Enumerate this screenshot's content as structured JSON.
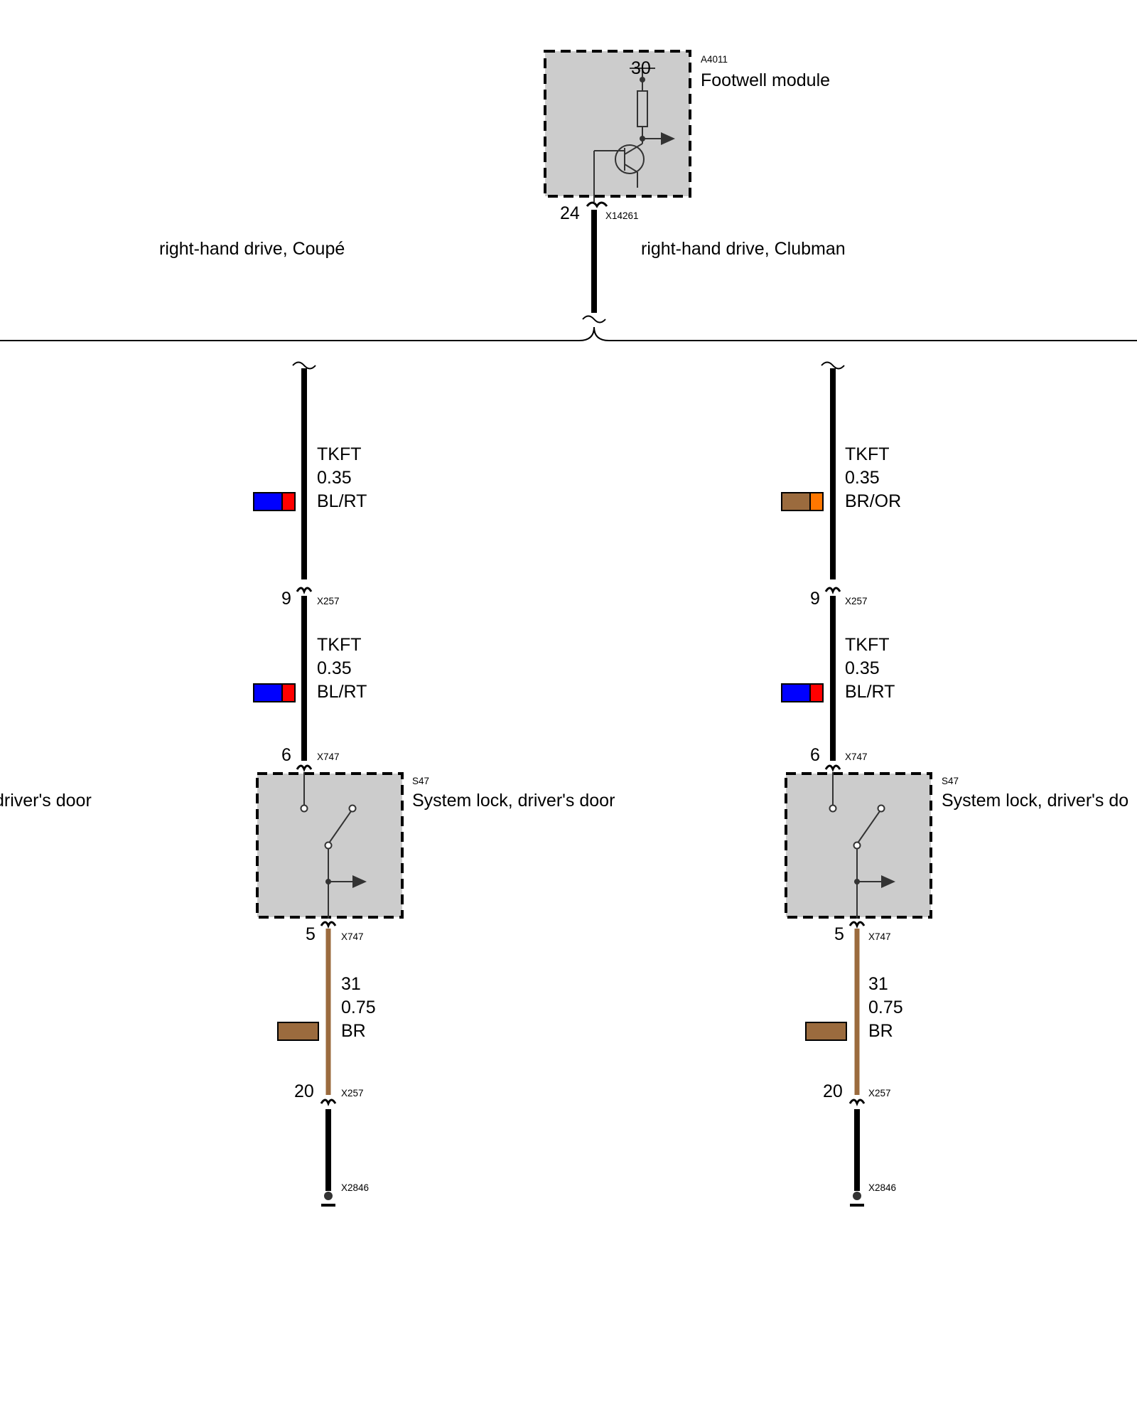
{
  "diagram": {
    "module": {
      "id": "A4011",
      "name": "Footwell module",
      "pin_30": "30",
      "pin_out": "24",
      "connector": "X14261"
    },
    "variant_left": "right-hand drive, Coupé",
    "variant_right": "right-hand drive, Clubman",
    "left_edge_label": "driver's door",
    "left": {
      "wire1": {
        "sig": "TKFT",
        "size": "0.35",
        "color": "BL/RT",
        "swatch": [
          "#0000ff",
          "#ff0000"
        ]
      },
      "conn1": {
        "pin": "9",
        "name": "X257"
      },
      "wire2": {
        "sig": "TKFT",
        "size": "0.35",
        "color": "BL/RT",
        "swatch": [
          "#0000ff",
          "#ff0000"
        ]
      },
      "conn2": {
        "pin": "6",
        "name": "X747"
      },
      "switch": {
        "id": "S47",
        "name": "System lock, driver's door"
      },
      "conn3": {
        "pin": "5",
        "name": "X747"
      },
      "wire3": {
        "sig": "31",
        "size": "0.75",
        "color": "BR",
        "swatch": [
          "#9b6b3e"
        ]
      },
      "conn4": {
        "pin": "20",
        "name": "X257"
      },
      "ground": "X2846"
    },
    "right": {
      "wire1": {
        "sig": "TKFT",
        "size": "0.35",
        "color": "BR/OR",
        "swatch": [
          "#9b6b3e",
          "#ff7700"
        ]
      },
      "conn1": {
        "pin": "9",
        "name": "X257"
      },
      "wire2": {
        "sig": "TKFT",
        "size": "0.35",
        "color": "BL/RT",
        "swatch": [
          "#0000ff",
          "#ff0000"
        ]
      },
      "conn2": {
        "pin": "6",
        "name": "X747"
      },
      "switch": {
        "id": "S47",
        "name": "System lock, driver's do"
      },
      "conn3": {
        "pin": "5",
        "name": "X747"
      },
      "wire3": {
        "sig": "31",
        "size": "0.75",
        "color": "BR",
        "swatch": [
          "#9b6b3e"
        ]
      },
      "conn4": {
        "pin": "20",
        "name": "X257"
      },
      "ground": "X2846"
    }
  }
}
